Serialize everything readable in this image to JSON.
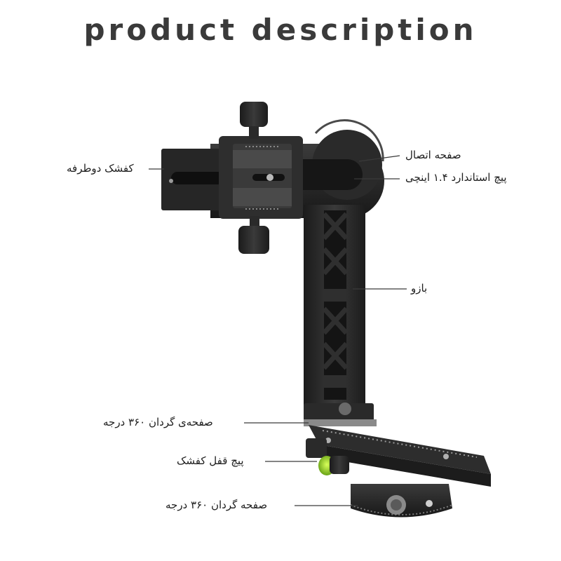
{
  "title": "product description",
  "callouts": {
    "double_sided_clamp": "کفشک دوطرفه",
    "connection_plate": "صفحه اتصال",
    "standard_screw": "پیچ استاندارد ۱.۴ اینچی",
    "arm": "بازو",
    "rotating_plate_upper": "صفحه‌ی گردان ۳۶۰ درجه",
    "clamp_lock_screw": "پیچ قفل کفشک",
    "rotating_plate_lower": "صفحه گردان ۳۶۰ درجه"
  },
  "icons": {
    "product": "panoramic-head-icon"
  }
}
